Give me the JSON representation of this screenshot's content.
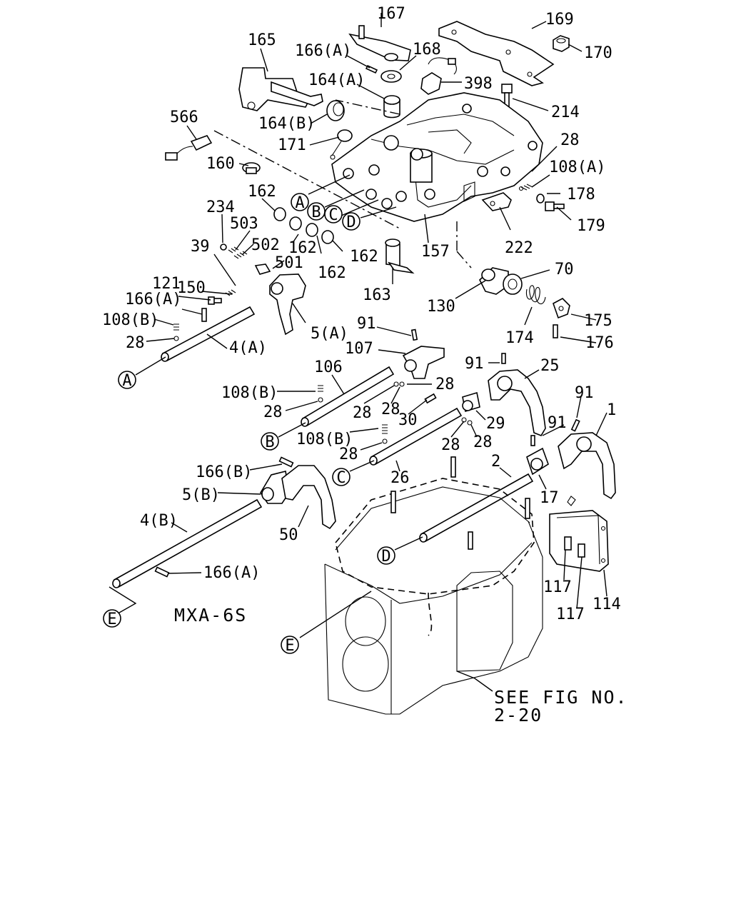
{
  "model": "MXA-6S",
  "reference": {
    "line1": "SEE FIG NO.",
    "line2": "2-20"
  },
  "circle_refs": [
    "A",
    "B",
    "C",
    "D",
    "E"
  ],
  "labels": {
    "p167": "167",
    "p169": "169",
    "p165": "165",
    "p166a_top": "166(A)",
    "p168": "168",
    "p170": "170",
    "p164a": "164(A)",
    "p398": "398",
    "p566": "566",
    "p164b": "164(B)",
    "p214": "214",
    "p171": "171",
    "p28_top": "28",
    "p160": "160",
    "p108a": "108(A)",
    "p178": "178",
    "p162_a": "162",
    "p234": "234",
    "p179": "179",
    "p503": "503",
    "p39": "39",
    "p502": "502",
    "p162_b": "162",
    "p162_c": "162",
    "p162_d": "162",
    "p157": "157",
    "p222": "222",
    "p501": "501",
    "p150": "150",
    "p121": "121",
    "p70": "70",
    "p166a_mid": "166(A)",
    "p163": "163",
    "p130": "130",
    "p108b_left": "108(B)",
    "p175": "175",
    "p5a": "5(A)",
    "p91_a": "91",
    "p174": "174",
    "p28_left": "28",
    "p4a": "4(A)",
    "p176": "176",
    "p107": "107",
    "p91_b": "91",
    "p25": "25",
    "p106": "106",
    "p108b_mid": "108(B)",
    "p28_m1": "28",
    "p28_m2": "28",
    "p28_m3": "28",
    "p91_c": "91",
    "p28_m4": "28",
    "p30": "30",
    "p29": "29",
    "p91_d": "91",
    "p1": "1",
    "p108b_low": "108(B)",
    "p28_m5": "28",
    "p28_m6": "28",
    "p28_m7": "28",
    "p166b": "166(B)",
    "p26": "26",
    "p2": "2",
    "p5b": "5(B)",
    "p17": "17",
    "p4b": "4(B)",
    "p50": "50",
    "p166a_low": "166(A)",
    "p117_a": "117",
    "p117_b": "117",
    "p114": "114"
  }
}
